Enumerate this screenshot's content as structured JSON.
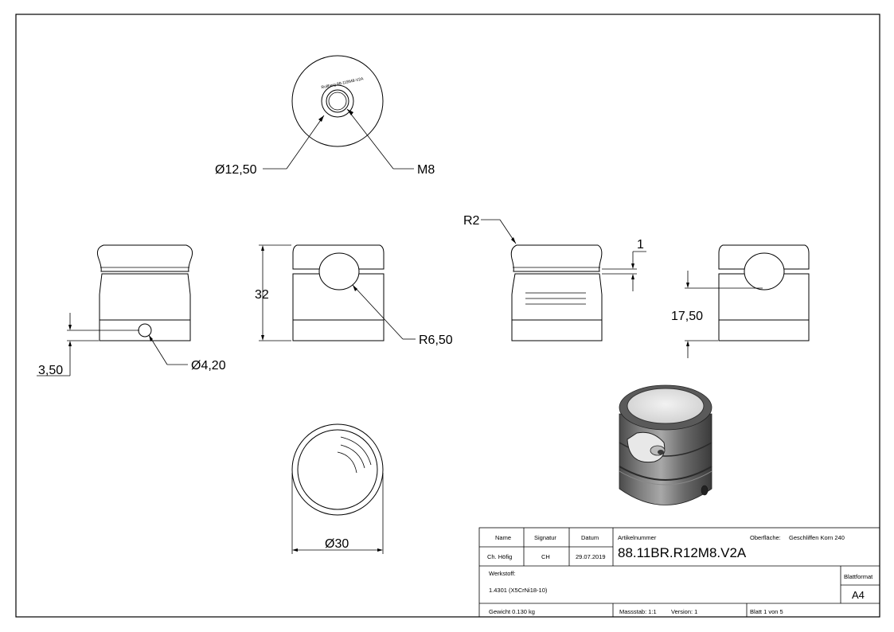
{
  "dimensions": {
    "top_dia_label": "Ø12,50",
    "top_thread_label": "M8",
    "front_height_label": "32",
    "front_radius_label": "R6,50",
    "left_offset_label": "3,50",
    "left_hole_label": "Ø4,20",
    "right_radius_label": "R2",
    "right_gap_label": "1",
    "side_height_label": "17,50",
    "bottom_dia_label": "Ø30"
  },
  "title_block": {
    "name_header": "Name",
    "signature_header": "Signatur",
    "date_header": "Datum",
    "name_value": "Ch. Höfig",
    "signature_value": "CH",
    "date_value": "29.07.2019",
    "article_label": "Artikelnummer",
    "article_number": "88.11BR.R12M8.V2A",
    "surface_label": "Oberfläche:",
    "surface_value": "Geschliffen Korn 240",
    "material_label": "Werkstoff:",
    "material_value": "1.4301 (X5CrNi18-10)",
    "format_label": "Blattformat",
    "format_value": "A4",
    "weight": "Gewicht 0.130 kg",
    "scale": "Massstab: 1:1",
    "version": "Version: 1",
    "sheet": "Blatt 1 von 5"
  }
}
